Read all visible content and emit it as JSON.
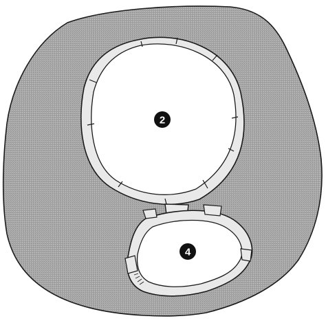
{
  "diagram": {
    "callouts": [
      {
        "id": "upper-opening",
        "number": "2"
      },
      {
        "id": "lower-opening",
        "number": "4"
      }
    ]
  },
  "colors": {
    "background": "#ffffff",
    "mass_fill": "#a9a9a9",
    "mass_texture": "#8f8f8f",
    "outline": "#1a1a1a",
    "rim_fill": "#e9e9e9",
    "opening_fill": "#ffffff",
    "callout_fill": "#111111",
    "callout_text": "#ffffff"
  }
}
